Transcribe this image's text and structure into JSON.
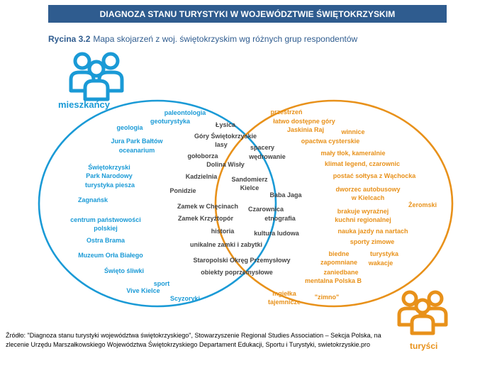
{
  "header": {
    "title": "DIAGNOZA STANU TURYSTYKI W WOJEWÓDZTWIE ŚWIĘTOKRZYSKIM"
  },
  "figure": {
    "number": "Rycina 3.2",
    "caption": "Mapa skojarzeń z woj. świętokrzyskim wg różnych grup respondentów"
  },
  "groups": {
    "residents": "mieszkańcy",
    "tourists": "turyści"
  },
  "colors": {
    "header": "#2f5c8f",
    "residents": "#1a9ad6",
    "tourists": "#e8911a",
    "shared": "#444444"
  },
  "icons": {
    "residents": "people-group-icon",
    "tourists": "people-group-icon"
  },
  "residents_only": [
    "paleontologia",
    "geoturystyka",
    "geologia",
    "Jura Park Bałtów",
    "oceanarium",
    "Świętokrzyski",
    "Park Narodowy",
    "turystyka piesza",
    "Zagnańsk",
    "centrum państwowości",
    "polskiej",
    "Ostra Brama",
    "Muzeum Orła Białego",
    "Święto śliwki",
    "sport",
    "Vive Kielce",
    "Scyzoryki"
  ],
  "both": [
    "Łysica",
    "Góry Świętokrzyskie",
    "lasy",
    "spacery",
    "gołoborza",
    "wędrowanie",
    "Dolina Wisły",
    "Kadzielnia",
    "Sandomierz",
    "Kielce",
    "Ponidzie",
    "Baba Jaga",
    "Zamek w Chęcinach",
    "Czarownica",
    "Zamek Krzyżtopór",
    "etnografia",
    "historia",
    "kultura ludowa",
    "unikalne zamki i zabytki",
    "Staropolski Okręg Przemysłowy",
    "obiekty poprzemysłowe"
  ],
  "tourists_only": [
    "przestrzeń",
    "łatwo dostępne góry",
    "Jaskinia Raj",
    "winnice",
    "opactwa cysterskie",
    "mały tłok, kameralnie",
    "klimat legend, czarownic",
    "postać sołtysa z Wąchocka",
    "dworzec autobusowy",
    "w Kielcach",
    "Żeromski",
    "brakuje wyraźnej",
    "kuchni regionalnej",
    "nauka jazdy na nartach",
    "sporty zimowe",
    "biedne",
    "zapomniane",
    "turystyka",
    "wakacje",
    "zaniedbane",
    "mentalna Polska B",
    "mgiełka",
    "tajemnicze",
    "\"zimno\""
  ],
  "source": "Źródło: \"Diagnoza stanu turystyki województwa świętokrzyskiego\", Stowarzyszenie Regional Studies Association – Sekcja Polska, na zlecenie Urzędu Marszałkowskiego Województwa Świętokrzyskiego Departament Edukacji, Sportu i Turystyki, swietokrzyskie.pro"
}
